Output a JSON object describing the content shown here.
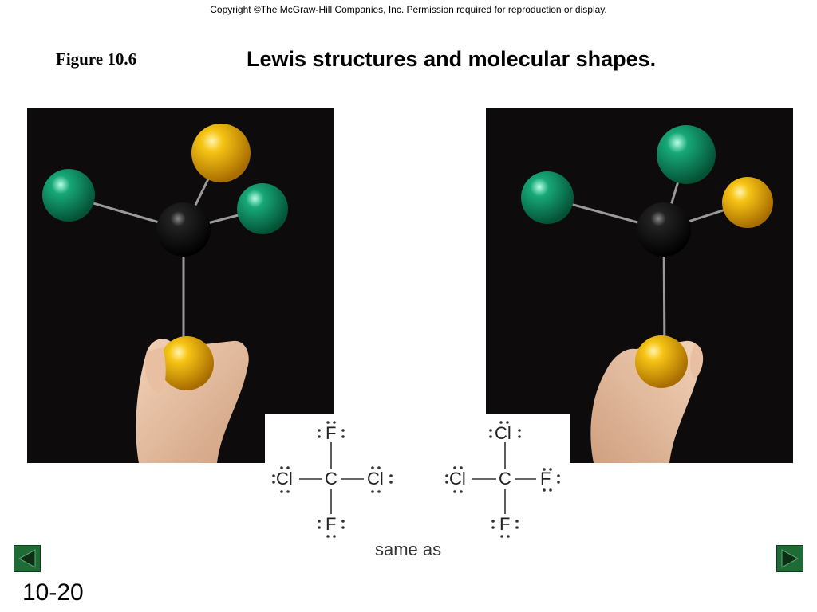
{
  "copyright": "Copyright ©The McGraw-Hill Companies, Inc.  Permission required for reproduction or display.",
  "figure": {
    "label": "Figure 10.6",
    "title": "Lewis structures and molecular shapes."
  },
  "lewis": {
    "left": {
      "top": "F",
      "left": "Cl",
      "center": "C",
      "right": "Cl",
      "bottom": "F"
    },
    "right": {
      "top": "Cl",
      "left": "Cl",
      "center": "C",
      "right": "F",
      "bottom": "F"
    }
  },
  "caption": "same as",
  "slide_number": "10-20",
  "nav": {
    "prev_icon": "left-triangle-icon",
    "next_icon": "right-triangle-icon"
  },
  "colors": {
    "carbon": "#111111",
    "fluorine": "#f2b70c",
    "chlorine": "#0f9a6e",
    "nav_green": "#1e6b35"
  }
}
